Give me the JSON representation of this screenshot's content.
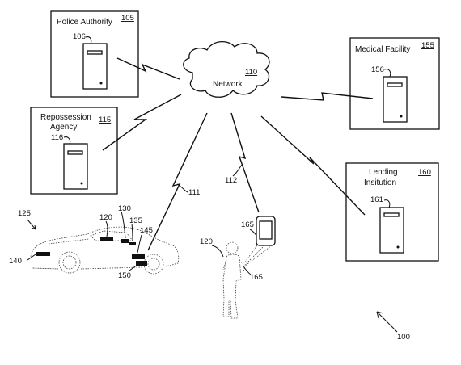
{
  "network": {
    "label": "Network",
    "ref": "110"
  },
  "police": {
    "label": "Police Authority",
    "ref": "105",
    "server_ref": "106"
  },
  "repossession": {
    "label_line1": "Repossession",
    "label_line2": "Agency",
    "ref": "115",
    "server_ref": "116"
  },
  "medical": {
    "label": "Medical Facility",
    "ref": "155",
    "server_ref": "156"
  },
  "lending": {
    "label_line1": "Lending",
    "label_line2": "Insitution",
    "ref": "160",
    "server_ref": "161"
  },
  "links": {
    "vehicle_link": "111",
    "device_link": "112"
  },
  "vehicle": {
    "ref": "125",
    "ref_120": "120",
    "ref_130": "130",
    "ref_135": "135",
    "ref_145": "145",
    "ref_140": "140",
    "ref_150": "150"
  },
  "person": {
    "ref": "120",
    "device_ref": "165",
    "device_ref2": "165"
  },
  "system": {
    "ref": "100"
  }
}
